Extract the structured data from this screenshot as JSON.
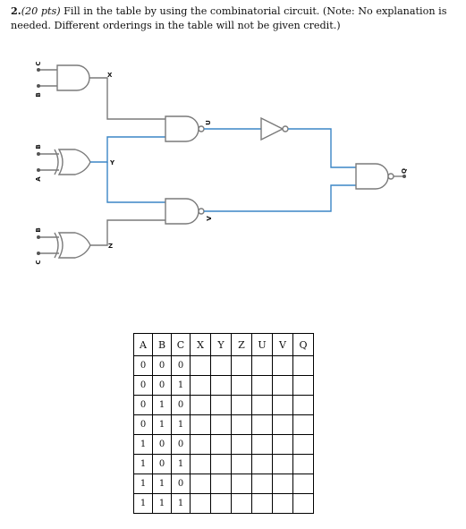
{
  "problem": {
    "number": "2.",
    "points": "(20 pts)",
    "text": "Fill in the table by using the combinatorial circuit. (Note: No explanation is needed. Different orderings in the table will not be given credit.)"
  },
  "circuit": {
    "labels": {
      "c_top": "C",
      "b_top": "B",
      "x": "X",
      "b_mid": "B",
      "a_mid": "A",
      "y": "Y",
      "b_bot": "B",
      "c_bot": "C",
      "z": "Z",
      "u": "U",
      "v": "V",
      "q": "Q"
    },
    "gates": [
      "and",
      "xor",
      "xor",
      "nand",
      "nand",
      "not",
      "nand"
    ],
    "wire_color": "#7a7a7a",
    "highlight_wire_color": "#3b86c6"
  },
  "table": {
    "headers": [
      "A",
      "B",
      "C",
      "X",
      "Y",
      "Z",
      "U",
      "V",
      "Q"
    ],
    "rows": [
      [
        "0",
        "0",
        "0",
        "",
        "",
        "",
        "",
        "",
        ""
      ],
      [
        "0",
        "0",
        "1",
        "",
        "",
        "",
        "",
        "",
        ""
      ],
      [
        "0",
        "1",
        "0",
        "",
        "",
        "",
        "",
        "",
        ""
      ],
      [
        "0",
        "1",
        "1",
        "",
        "",
        "",
        "",
        "",
        ""
      ],
      [
        "1",
        "0",
        "0",
        "",
        "",
        "",
        "",
        "",
        ""
      ],
      [
        "1",
        "0",
        "1",
        "",
        "",
        "",
        "",
        "",
        ""
      ],
      [
        "1",
        "1",
        "0",
        "",
        "",
        "",
        "",
        "",
        ""
      ],
      [
        "1",
        "1",
        "1",
        "",
        "",
        "",
        "",
        "",
        ""
      ]
    ]
  }
}
